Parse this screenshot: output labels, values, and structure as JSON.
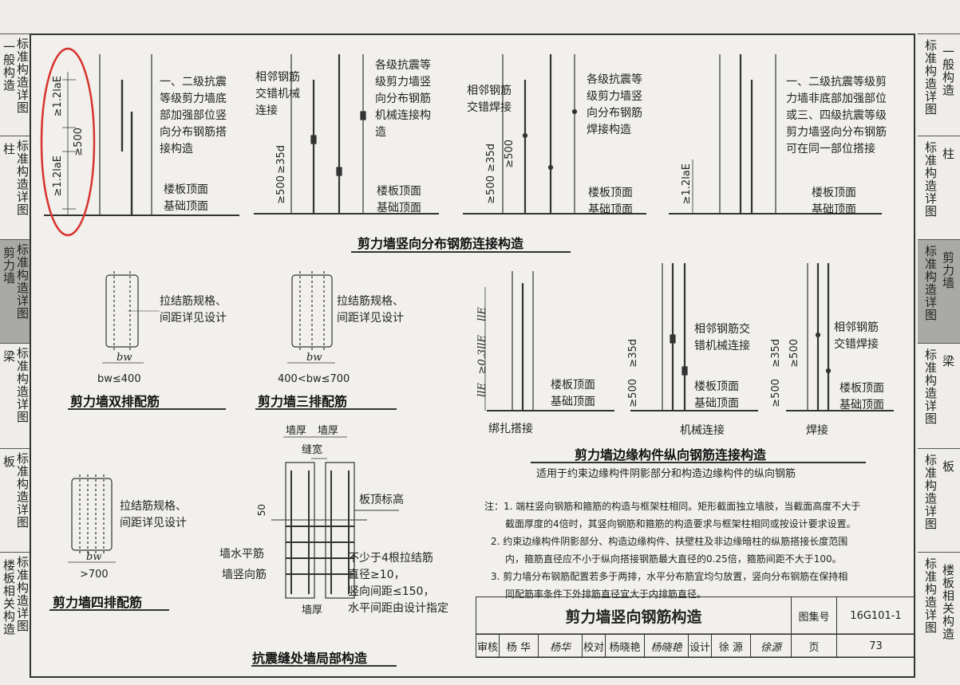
{
  "left_tabs": [
    {
      "t1": "标准构造详图",
      "t2": "一般构造",
      "active": false
    },
    {
      "t1": "标准构造详图",
      "t2": "柱",
      "active": false
    },
    {
      "t1": "标准构造详图",
      "t2": "剪力墙",
      "active": true
    },
    {
      "t1": "标准构造详图",
      "t2": "梁",
      "active": false
    },
    {
      "t1": "标准构造详图",
      "t2": "板",
      "active": false
    },
    {
      "t1": "标准构造详图",
      "t2": "楼板相关构造",
      "active": false
    }
  ],
  "right_tabs": [
    {
      "t1": "标准构造详图",
      "t2": "一般构造",
      "active": false
    },
    {
      "t1": "标准构造详图",
      "t2": "柱",
      "active": false
    },
    {
      "t1": "标准构造详图",
      "t2": "剪力墙",
      "active": true
    },
    {
      "t1": "标准构造详图",
      "t2": "梁",
      "active": false
    },
    {
      "t1": "标准构造详图",
      "t2": "板",
      "active": false
    },
    {
      "t1": "标准构造详图",
      "t2": "楼板相关构造",
      "active": false
    }
  ],
  "top": {
    "d1_text": "一、二级抗震\n等级剪力墙底\n部加强部位竖\n向分布钢筋搭\n接构造",
    "d2_text_left": "相邻钢筋\n交错机械\n连接",
    "d2_text_right": "各级抗震等\n级剪力墙竖\n向分布钢筋\n机械连接构\n造",
    "d3_text_left": "相邻钢筋\n交错焊接",
    "d3_text_right": "各级抗震等\n级剪力墙竖\n向分布钢筋\n焊接构造",
    "d4_text": "一、二级抗震等级剪\n力墙非底部加强部位\n或三、四级抗震等级\n剪力墙竖向分布钢筋\n可在同一部位搭接",
    "floor_label": "楼板顶面\n基础顶面",
    "dim_12lae": "≥1.2laE",
    "dim_500": "≥500",
    "dim_35d": "≥35d",
    "section_title": "剪力墙竖向分布钢筋连接构造"
  },
  "mid": {
    "tie_note": "拉结筋规格、\n间距详见设计",
    "bw": "bw",
    "double_cond": "bw≤400",
    "triple_cond": "400<bw≤700",
    "four_cond": ">700",
    "double_title": "剪力墙双排配筋",
    "triple_title": "剪力墙三排配筋",
    "four_title": "剪力墙四排配筋"
  },
  "edge": {
    "lle": "llE",
    "lle03": "≥0.3llE",
    "mech_note": "相邻钢筋交\n错机械连接",
    "weld_note": "相邻钢筋\n交错焊接",
    "floor_label": "楼板顶面\n基础顶面",
    "label_lap": "绑扎搭接",
    "label_mech": "机械连接",
    "label_weld": "焊接",
    "title": "剪力墙边缘构件纵向钢筋连接构造",
    "subtitle": "适用于约束边缘构件阴影部分和构造边缘构件的纵向钢筋"
  },
  "joint": {
    "wall_thk": "墙厚",
    "gap": "缝宽",
    "slab_top": "板顶标高",
    "dim50": "50",
    "horiz_bar": "墙水平筋",
    "vert_bar": "墙竖向筋",
    "req": "不少于4根拉结筋\n直径≥10，\n竖向间距≤150，\n水平间距由设计指定",
    "title": "抗震缝处墙局部构造"
  },
  "notes": [
    "注：1. 端柱竖向钢筋和箍筋的构造与框架柱相同。矩形截面独立墙肢，当截面高度不大于",
    "截面厚度的4倍时，其竖向钢筋和箍筋的构造要求与框架柱相同或按设计要求设置。",
    "2. 约束边缘构件阴影部分、构造边缘构件、扶壁柱及非边缘暗柱的纵筋搭接长度范围",
    "内，箍筋直径应不小于纵向搭接钢筋最大直径的0.25倍，箍筋间距不大于100。",
    "3. 剪力墙分布钢筋配置若多于两排，水平分布筋宜均匀放置，竖向分布钢筋在保持相",
    "同配筋率条件下外排筋直径宜大于内排筋直径。"
  ],
  "title_block": {
    "drawing_title": "剪力墙竖向钢筋构造",
    "atlas_label": "图集号",
    "atlas_no": "16G101-1",
    "review_label": "审核",
    "reviewer": "杨 华",
    "reviewer_sig": "杨华",
    "check_label": "校对",
    "checker": "杨晓艳",
    "checker_sig": "杨晓艳",
    "design_label": "设计",
    "designer": "徐 源",
    "designer_sig": "徐源",
    "page_label": "页",
    "page_no": "73"
  },
  "colors": {
    "highlight": "#d8332e",
    "ink": "#222222",
    "tab_active": "#a9a9a5"
  }
}
